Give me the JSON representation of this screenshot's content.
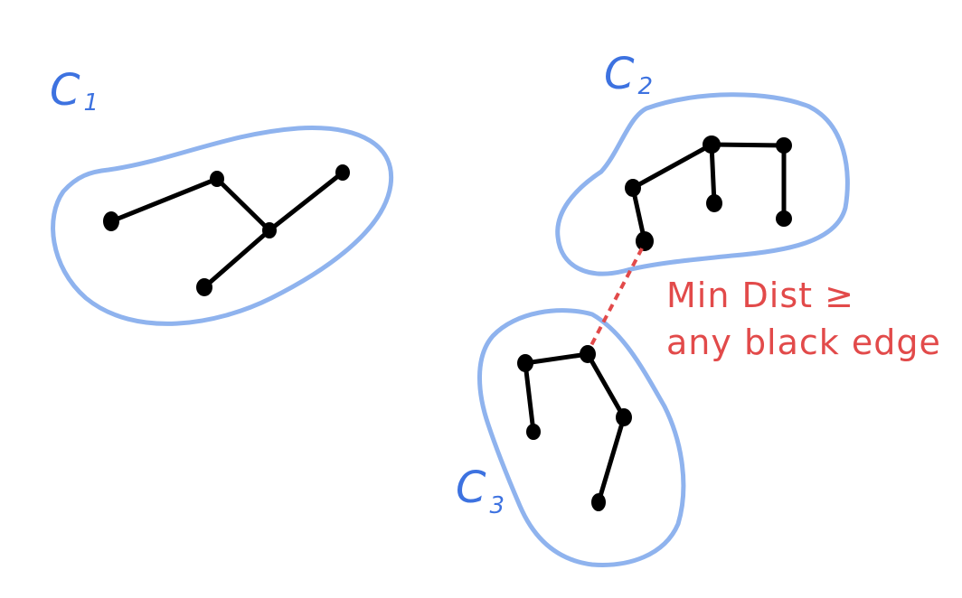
{
  "colors": {
    "cluster": "#8fb3ee",
    "label": "#3d72e0",
    "edge": "#000000",
    "annotation": "#e24a4a"
  },
  "clusters": [
    {
      "letter": "C",
      "subscript": "1"
    },
    {
      "letter": "C",
      "subscript": "2"
    },
    {
      "letter": "C",
      "subscript": "3"
    }
  ],
  "annotation": {
    "line1": "Min Dist ≥",
    "line2": "any black edge"
  }
}
